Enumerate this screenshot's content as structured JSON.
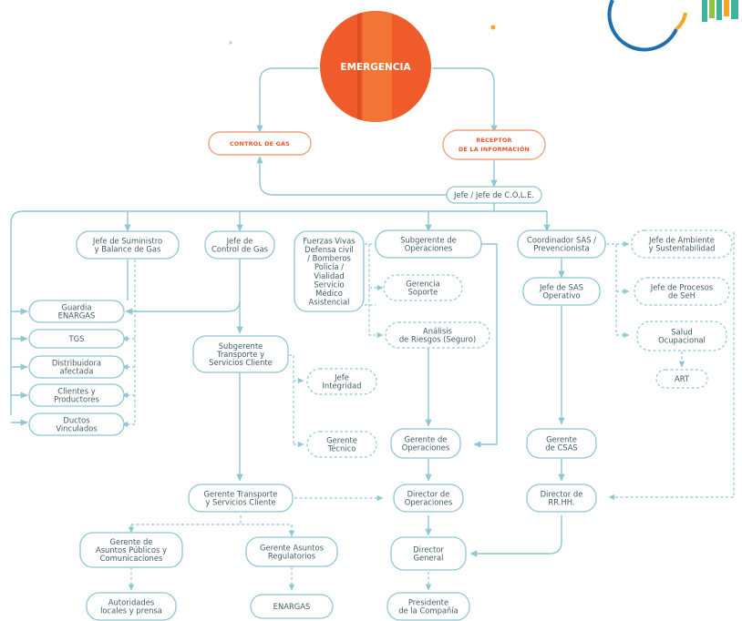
{
  "colors": {
    "link": "#8fc7d4",
    "node_text": "#3f5f66",
    "emergency_fill": "#ef5b2b",
    "emergency_stripe": "#f58a3a",
    "accent_orange": "#e8552a"
  },
  "emergency": {
    "label": "EMERGENCIA"
  },
  "top_branches": {
    "control_gas": "CONTROL DE GAS",
    "receptor": [
      "RECEPTOR",
      "DE LA INFORMACIÓN"
    ]
  },
  "nodes": {
    "jefe_cole": [
      "Jefe / Jefe de C.O.L.E."
    ],
    "jefe_suministro": [
      "Jefe de Suministro",
      "y Balance de Gas"
    ],
    "jefe_control_gas": [
      "Jefe de",
      "Control de Gas"
    ],
    "fuerzas_vivas": [
      "Fuerzas Vivas",
      "Defensa civil",
      "/ Bomberos",
      "Policía /",
      "Vialidad",
      "Servicio",
      "Médico",
      "Asistencial"
    ],
    "subgerente_operaciones": [
      "Subgerente de",
      "Operaciones"
    ],
    "coordinador_sas": [
      "Coordinador SAS /",
      "Prevencionista"
    ],
    "jefe_ambiente": [
      "Jefe de Ambiente",
      "y Sustentabilidad"
    ],
    "guardia_enargas": [
      "Guardia",
      "ENARGAS"
    ],
    "gerencia_soporte": [
      "Gerencia",
      "Soporte"
    ],
    "jefe_sas_operativo": [
      "Jefe de SAS",
      "Operativo"
    ],
    "jefe_procesos_seh": [
      "Jefe de Procesos",
      "de SeH"
    ],
    "tgs": [
      "TGS"
    ],
    "analisis_riesgos": [
      "Análisis",
      "de Riesgos (Seguro)"
    ],
    "salud_ocupacional": [
      "Salud",
      "Ocupacional"
    ],
    "subgerente_transporte": [
      "Subgerente",
      "Transporte y",
      "Servicios Cliente"
    ],
    "distribuidora": [
      "Distribuidora",
      "afectada"
    ],
    "art": [
      "ART"
    ],
    "jefe_integridad": [
      "Jefe",
      "Integridad"
    ],
    "clientes_productores": [
      "Clientes y",
      "Productores"
    ],
    "ductos_vinculados": [
      "Ductos",
      "Vinculados"
    ],
    "gerente_tecnico": [
      "Gerente",
      "Técnico"
    ],
    "gerente_operaciones": [
      "Gerente de",
      "Operaciones"
    ],
    "gerente_csas": [
      "Gerente",
      "de CSAS"
    ],
    "gerente_transporte": [
      "Gerente Transporte",
      "y Servicios Cliente"
    ],
    "director_operaciones": [
      "Director de",
      "Operaciones"
    ],
    "director_rrhh": [
      "Director de",
      "RR.HH."
    ],
    "gerente_asuntos_publicos": [
      "Gerente de",
      "Asuntos Públicos y",
      "Comunicaciones"
    ],
    "gerente_asuntos_regulatorios": [
      "Gerente Asuntos",
      "Regulatorios"
    ],
    "director_general": [
      "Director",
      "General"
    ],
    "autoridades": [
      "Autoridades",
      "locales y prensa"
    ],
    "enargas": [
      "ENARGAS"
    ],
    "presidente": [
      "Presidente",
      "de la Compañía"
    ]
  }
}
